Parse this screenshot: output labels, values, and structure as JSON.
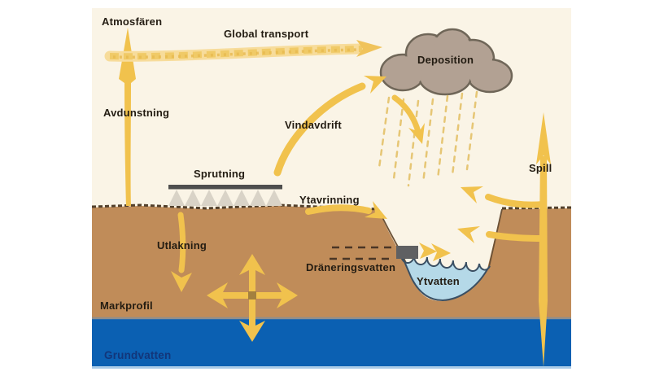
{
  "labels": {
    "atmosphere": "Atmosfären",
    "global_transport": "Global transport",
    "evaporation": "Avdunstning",
    "wind_drift": "Vindavdrift",
    "deposition": "Deposition",
    "spraying": "Sprutning",
    "surface_runoff": "Ytavrinning",
    "spill": "Spill",
    "leaching": "Utlakning",
    "drainage_water": "Dräneringsvatten",
    "surface_water": "Ytvatten",
    "soil_profile": "Markprofil",
    "groundwater": "Grundvatten"
  },
  "colors": {
    "page_background": "#ffffff",
    "sky": "#faf4e6",
    "arrow_yellow": "#f1c24d",
    "arrow_pale": "#f7dc9b",
    "soil": "#c08c59",
    "soil_line": "#52402c",
    "groundwater_blue": "#0b60b2",
    "groundwater_edge": "#a9cbe8",
    "pond_water": "#b5d9e8",
    "pond_outline": "#3a4f63",
    "cloud_fill": "#b2a193",
    "cloud_outline": "#6f6658",
    "rain": "#e3bf62",
    "spray_cone": "#d9d3c7",
    "boom_dark": "#4e4e4e",
    "pipe_gray": "#5f6062",
    "boundary_gray": "#8f8f8f",
    "text_dark": "#231c12",
    "groundwater_text": "#12367a"
  }
}
